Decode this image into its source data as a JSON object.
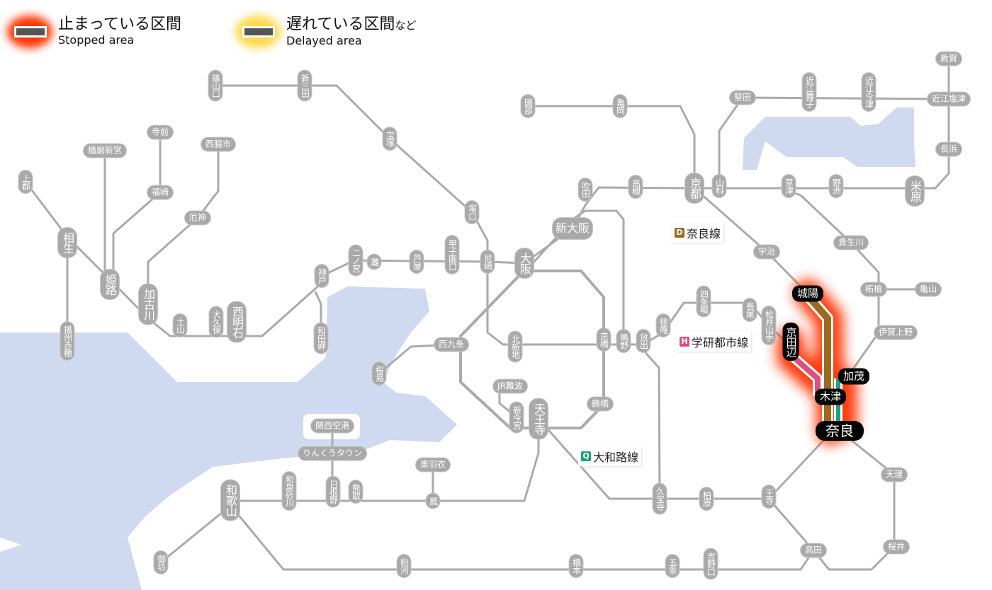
{
  "legend": {
    "stopped": {
      "ja": "止まっている区間",
      "en": "Stopped area",
      "color": "#ff3300"
    },
    "delayed": {
      "ja": "遅れている区間",
      "ja_suffix": "など",
      "en": "Delayed area",
      "color": "#ffd000"
    }
  },
  "line_labels": [
    {
      "symbol": "D",
      "name": "奈良線",
      "color": "#9a6a1e"
    },
    {
      "symbol": "H",
      "name": "学研都市線",
      "color": "#d9517d"
    },
    {
      "symbol": "Q",
      "name": "大和路線",
      "color": "#1aa37a"
    }
  ],
  "stations": [
    "篠山口",
    "新三田",
    "寺前",
    "播磨新宮",
    "西脇市",
    "上郡",
    "福崎",
    "相生",
    "姫路",
    "加古川",
    "厄神",
    "土山",
    "大久保",
    "西明石",
    "神戸",
    "和田岬",
    "播州赤穂",
    "宝塚",
    "塚口",
    "園部",
    "亀岡",
    "吹田",
    "高槻",
    "京都",
    "新大阪",
    "二ノ宮",
    "灘",
    "芦屋",
    "甲子園口",
    "尼崎",
    "大阪",
    "西九条",
    "桜島",
    "北新地",
    "京橋",
    "鴫野",
    "放出",
    "徳庵",
    "四条畷",
    "JR難波",
    "新今宮",
    "天王寺",
    "鶴橋",
    "堅田",
    "近江舞子",
    "近江今津",
    "敦賀",
    "近江塩津",
    "長浜",
    "山科",
    "草津",
    "野洲",
    "米原",
    "宇治",
    "貴生川",
    "柘植",
    "亀山",
    "長尾",
    "松井山手",
    "伊賀上野",
    "天理",
    "久宝寺",
    "柏原",
    "王寺",
    "高田",
    "桜井",
    "橋本",
    "五条",
    "吉野口",
    "関西空港",
    "りんくうタウン",
    "和泉砂川",
    "日根野",
    "熊取",
    "東羽衣",
    "鳳",
    "和歌山",
    "御坊",
    "粉河"
  ],
  "affected_stations": [
    "城陽",
    "京田辺",
    "加茂",
    "木津",
    "奈良"
  ],
  "colors": {
    "line": "#aaaaaa",
    "water": "#cfdaf0",
    "stopped_glow": "#ff3300"
  }
}
